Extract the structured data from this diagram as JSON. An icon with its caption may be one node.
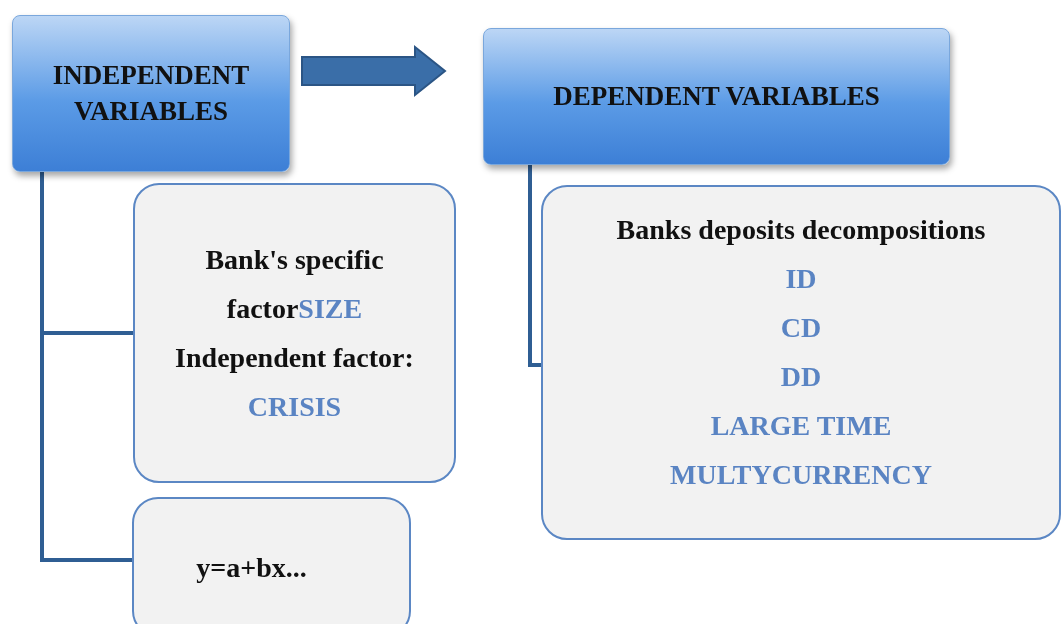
{
  "diagram": {
    "nodes": [
      {
        "text": [
          "INDEPENDENT VARIABLES"
        ]
      },
      {
        "text": [
          "DEPENDENT VARIABLES"
        ]
      },
      {
        "text": [
          "Bank's specific factor",
          "SIZE",
          "Independent factor:",
          "CRISIS"
        ]
      },
      {
        "text": [
          "y=a+bx..."
        ]
      },
      {
        "text": [
          "Banks deposits decompositions",
          "ID",
          "CD",
          "DD",
          "LARGE TIME",
          "MULTYCURRENCY"
        ]
      }
    ],
    "edges": [
      {
        "from": 0,
        "to": 1,
        "arrow": "to",
        "style": "thick"
      },
      {
        "from": 0,
        "to": 2,
        "arrow": "none"
      },
      {
        "from": 0,
        "to": 3,
        "arrow": "none"
      },
      {
        "from": 1,
        "to": 4,
        "arrow": "none"
      }
    ]
  }
}
